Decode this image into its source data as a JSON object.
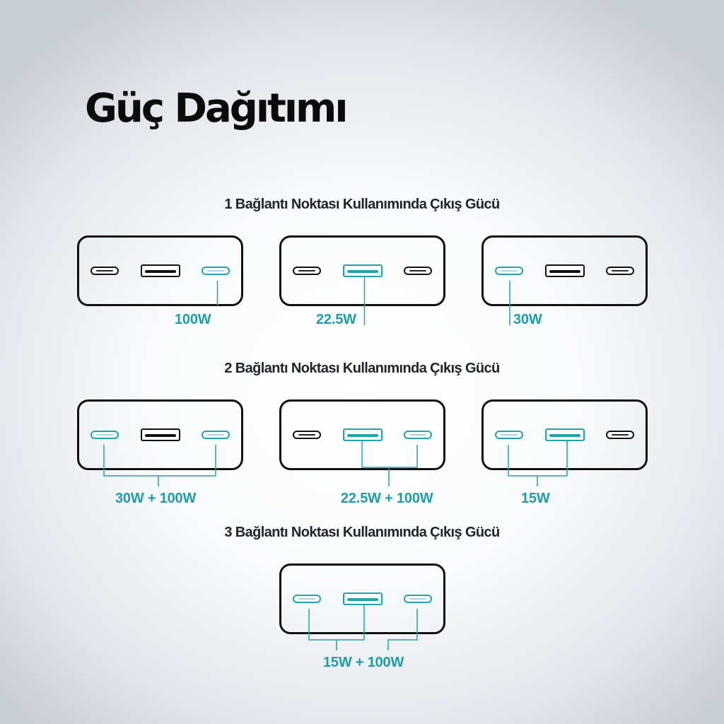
{
  "title": "Güç Dağıtımı",
  "accent_color": "#1fa3ac",
  "sections": [
    {
      "heading": "1 Bağlantı Noktası Kullanımında Çıkış Gücü"
    },
    {
      "heading": "2 Bağlantı Noktası Kullanımında Çıkış Gücü"
    },
    {
      "heading": "3 Bağlantı Noktası Kullanımında Çıkış Gücü"
    }
  ],
  "devices": [
    {
      "port_types": [
        "USB-C",
        "USB-A",
        "USB-C"
      ],
      "active_ports": [
        false,
        false,
        true
      ],
      "output": "100W"
    },
    {
      "port_types": [
        "USB-C",
        "USB-A",
        "USB-C"
      ],
      "active_ports": [
        false,
        true,
        false
      ],
      "output": "22.5W"
    },
    {
      "port_types": [
        "USB-C",
        "USB-A",
        "USB-C"
      ],
      "active_ports": [
        true,
        false,
        false
      ],
      "output": "30W"
    },
    {
      "port_types": [
        "USB-C",
        "USB-A",
        "USB-C"
      ],
      "active_ports": [
        true,
        false,
        true
      ],
      "output": "30W + 100W"
    },
    {
      "port_types": [
        "USB-C",
        "USB-A",
        "USB-C"
      ],
      "active_ports": [
        false,
        true,
        true
      ],
      "output": "22.5W + 100W"
    },
    {
      "port_types": [
        "USB-C",
        "USB-A",
        "USB-C"
      ],
      "active_ports": [
        true,
        true,
        false
      ],
      "output": "15W"
    },
    {
      "port_types": [
        "USB-C",
        "USB-A",
        "USB-C"
      ],
      "active_ports": [
        true,
        true,
        true
      ],
      "output": "15W + 100W"
    }
  ]
}
